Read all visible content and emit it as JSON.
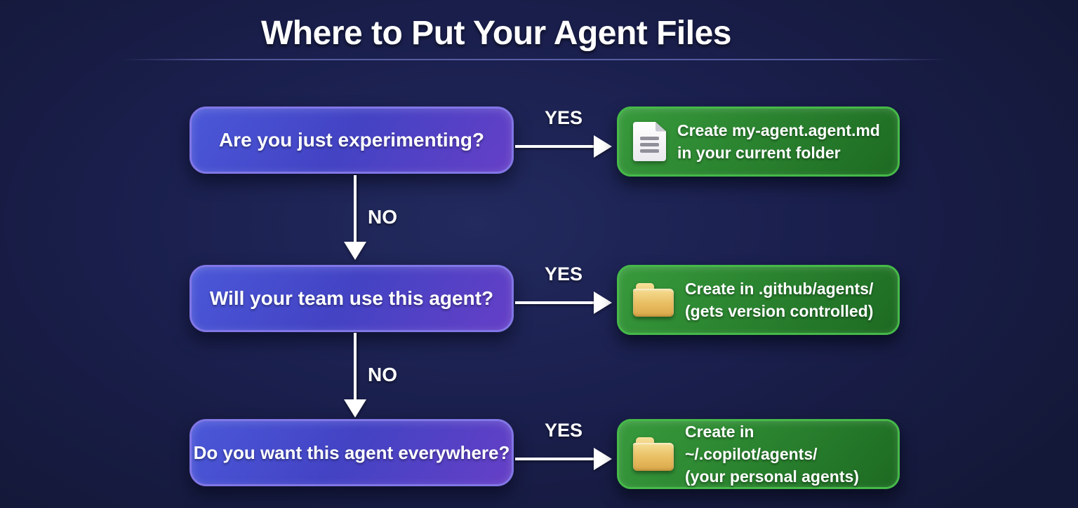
{
  "title": "Where to Put Your Agent Files",
  "colors": {
    "background": "#1a1f4d",
    "question_box_fill": "#4446c5",
    "question_box_border": "#8176e6",
    "result_box_fill": "#2b8530",
    "result_box_border": "#45b948",
    "arrow": "#ffffff",
    "divider": "#5a60a6",
    "folder_icon": "#e8bd60",
    "document_icon": "#f2f2f5"
  },
  "rows": [
    {
      "question": "Are you just experimenting?",
      "yes_label": "YES",
      "no_label": "NO",
      "icon": "document-icon",
      "result_line1": "Create my-agent.agent.md",
      "result_line2": "in your current folder"
    },
    {
      "question": "Will your team use this agent?",
      "yes_label": "YES",
      "no_label": "NO",
      "icon": "folder-icon",
      "result_line1": "Create in .github/agents/",
      "result_line2": "(gets version controlled)"
    },
    {
      "question": "Do you want this agent everywhere?",
      "yes_label": "YES",
      "icon": "folder-icon",
      "result_line1": "Create in ~/.copilot/agents/",
      "result_line2": "(your personal agents)"
    }
  ]
}
